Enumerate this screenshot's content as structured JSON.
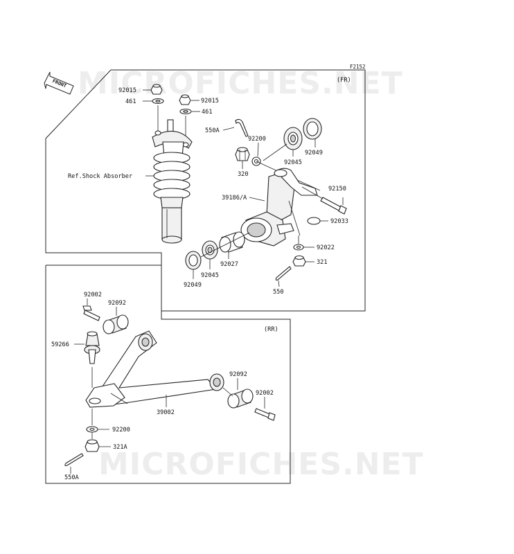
{
  "diagram_code": "F2152",
  "watermark": "MICROFICHES.NET",
  "front_badge": "FRONT",
  "sections": {
    "front": "(FR)",
    "rear": "(RR)"
  },
  "labels": {
    "p92015_left": "92015",
    "p461_left": "461",
    "p92015_right": "92015",
    "p461_right": "461",
    "p550A_top": "550A",
    "p92200_top": "92200",
    "p320": "320",
    "p92049_top": "92049",
    "p92045_top": "92045",
    "shock_ref": "Ref.Shock Absorber",
    "p39186": "39186/A",
    "p92150": "92150",
    "p92033": "92033",
    "p92022": "92022",
    "p321": "321",
    "p550": "550",
    "p92027": "92027",
    "p92045_bottom": "92045",
    "p92049_bottom": "92049",
    "p92002_top": "92002",
    "p92092_top": "92092",
    "p59266": "59266",
    "p92092_right": "92092",
    "p92002_right": "92002",
    "p39002": "39002",
    "p92200_bottom": "92200",
    "p321A": "321A",
    "p550A_bottom": "550A"
  }
}
